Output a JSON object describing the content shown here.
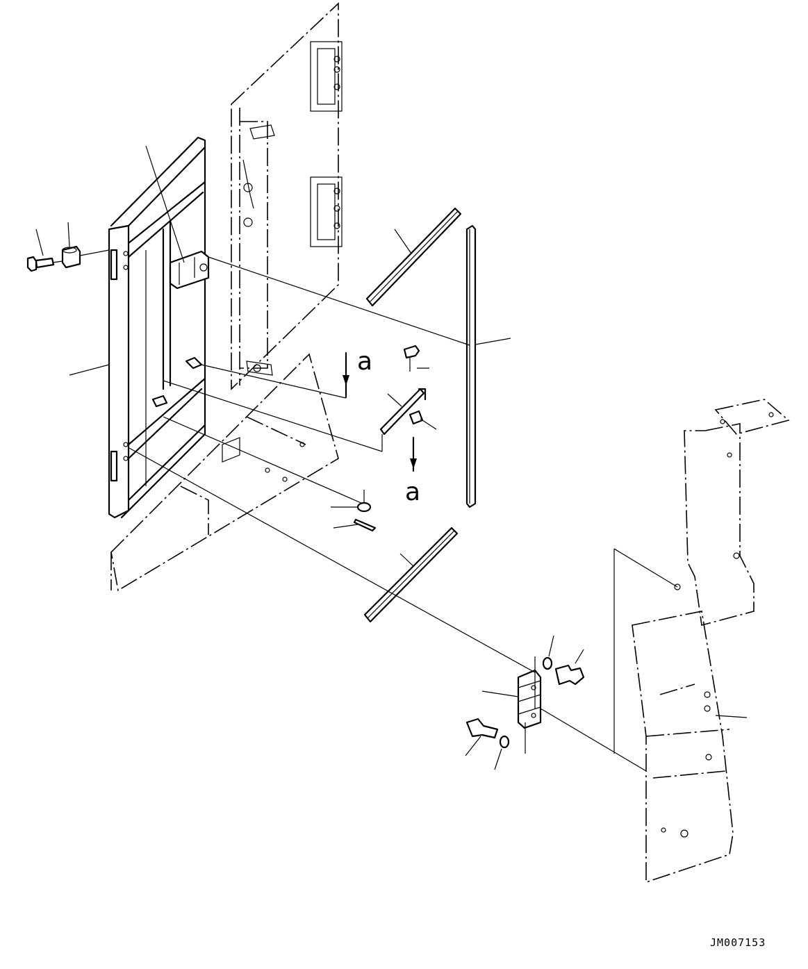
{
  "drawing": {
    "view_label_top": "a",
    "view_label_bottom": "a",
    "drawing_code": "JM007153"
  }
}
